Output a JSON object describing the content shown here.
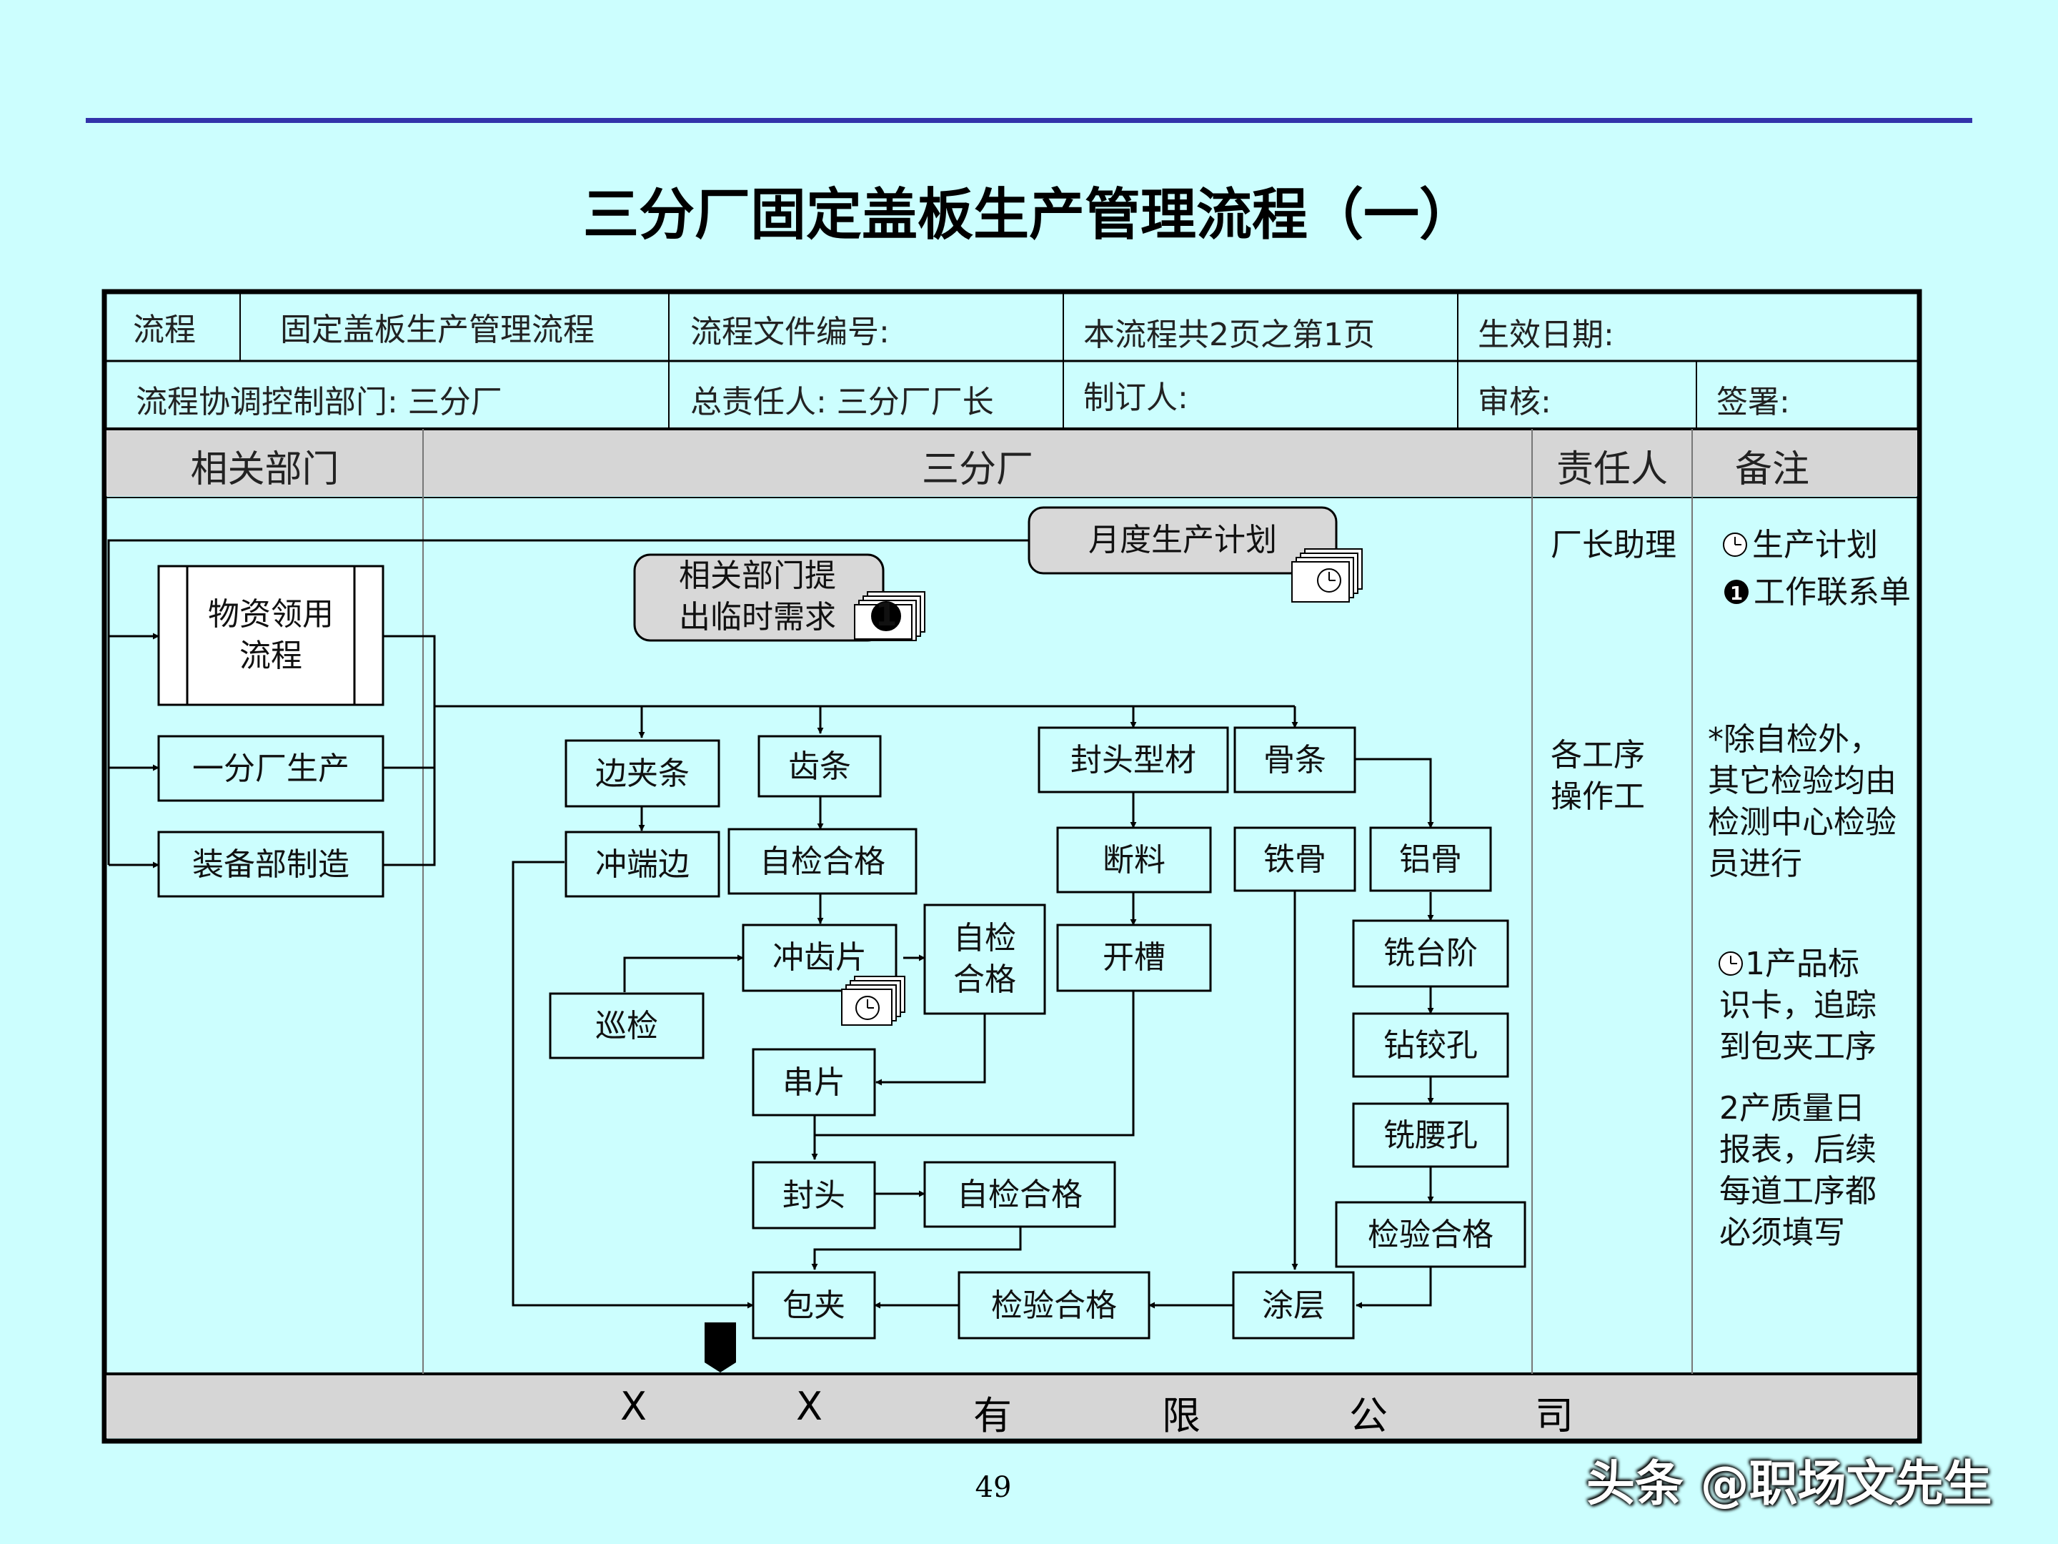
{
  "title": "三分厂固定盖板生产管理流程（一）",
  "header": {
    "row1": {
      "label_process": "流程",
      "process_name": "固定盖板生产管理流程",
      "file_no": "流程文件编号:",
      "pages": "本流程共2页之第1页",
      "effective_date": "生效日期:"
    },
    "row2": {
      "coord_dept": "流程协调控制部门: 三分厂",
      "owner": "总责任人: 三分厂厂长",
      "author": "制订人:",
      "reviewer": "审核:",
      "sign": "签署:"
    }
  },
  "columns": [
    "相关部门",
    "三分厂",
    "责任人",
    "备注"
  ],
  "diagram": {
    "nodes": {
      "monthly_plan": "月度生产计划",
      "temp_demand_1": "相关部门提",
      "temp_demand_2": "出临时需求",
      "material_1": "物资领用",
      "material_2": "流程",
      "plant1": "一分厂生产",
      "equip": "装备部制造",
      "side_clamp": "边夹条",
      "teeth_bar": "齿条",
      "head_profile": "封头型材",
      "rib": "骨条",
      "punch_edge": "冲端边",
      "self_check_ok1": "自检合格",
      "cut_off": "断料",
      "iron_rib": "铁骨",
      "al_rib": "铝骨",
      "punch_teeth": "冲齿片",
      "self_check_1": "自检",
      "self_check_2": "合格",
      "slotting": "开槽",
      "mill_step": "铣台阶",
      "patrol": "巡检",
      "drill_ream": "钻铰孔",
      "string_sheet": "串片",
      "mill_waist": "铣腰孔",
      "seal_head": "封头",
      "self_check_ok2": "自检合格",
      "inspect_ok1": "检验合格",
      "wrap": "包夹",
      "inspect_ok2": "检验合格",
      "coating": "涂层",
      "badge_1": "1"
    }
  },
  "responsible": {
    "r1": "厂长助理",
    "r2a": "各工序",
    "r2b": "操作工"
  },
  "notes": {
    "n1": "生产计划",
    "n2": "工作联系单",
    "n3": [
      "*除自检外，",
      "其它检验均由",
      "检测中心检验",
      "员进行"
    ],
    "n4": [
      "1产品标",
      "识卡，追踪",
      "到包夹工序"
    ],
    "n5": [
      "2产质量日",
      "报表，后续",
      "每道工序都",
      "必须填写"
    ]
  },
  "footer": [
    "X",
    "X",
    "有",
    "限",
    "公",
    "司"
  ],
  "page_number": "49",
  "watermark": "头条 @职场文先生",
  "colors": {
    "background": "#ccfefe",
    "rule": "#3333aa",
    "header_band": "#d6d6d6",
    "rounded_box": "#d8d8d8",
    "line": "#000000"
  }
}
